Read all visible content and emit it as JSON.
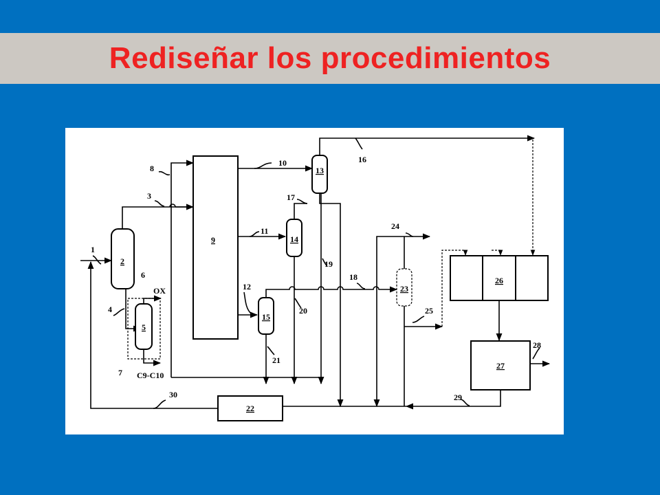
{
  "slide": {
    "title": "Rediseñar los procedimientos"
  },
  "diagram": {
    "units": {
      "u2": "2",
      "u5": "5",
      "u9": "9",
      "u13": "13",
      "u14": "14",
      "u15": "15",
      "u22": "22",
      "u23": "23",
      "u26": "26",
      "u27": "27"
    },
    "streams": {
      "s1": "1",
      "s3": "3",
      "s4": "4",
      "s6": "6",
      "s7": "7",
      "s8": "8",
      "s10": "10",
      "s11": "11",
      "s12": "12",
      "s16": "16",
      "s17": "17",
      "s18": "18",
      "s19": "19",
      "s20": "20",
      "s21": "21",
      "s24": "24",
      "s25": "25",
      "s28": "28",
      "s29": "29",
      "s30": "30"
    },
    "products": {
      "ox": "OX",
      "c9c10": "C9-C10"
    }
  }
}
